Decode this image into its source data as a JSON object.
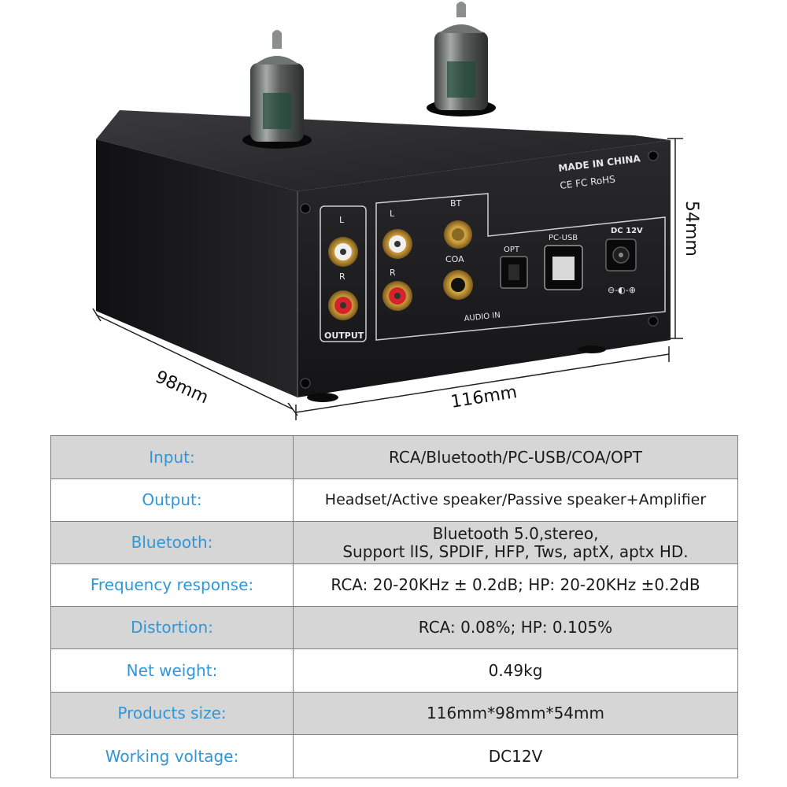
{
  "device_labels": {
    "made_in": "MADE IN CHINA",
    "certifications": "CE FC RoHS",
    "output": "OUTPUT",
    "audio_in": "AUDIO IN",
    "left": "L",
    "right": "R",
    "bt": "BT",
    "coa": "COA",
    "opt": "OPT",
    "pc_usb": "PC-USB",
    "dc": "DC 12V"
  },
  "dimensions": {
    "depth": "98mm",
    "width": "116mm",
    "height": "54mm"
  },
  "specs": [
    {
      "label": "Input:",
      "value": [
        "RCA/Bluetooth/PC-USB/COA/OPT"
      ]
    },
    {
      "label": "Output:",
      "value": [
        "Headset/Active speaker/Passive speaker+Amplifier"
      ]
    },
    {
      "label": "Bluetooth:",
      "value": [
        "Bluetooth 5.0,stereo,",
        "Support lIS, SPDIF, HFP, Tws, aptX, aptx HD."
      ]
    },
    {
      "label": "Frequency response:",
      "value": [
        "RCA: 20-20KHz ± 0.2dB; HP: 20-20KHz ±0.2dB"
      ]
    },
    {
      "label": "Distortion:",
      "value": [
        "RCA: 0.08%; HP: 0.105%"
      ]
    },
    {
      "label": "Net weight:",
      "value": [
        "0.49kg"
      ]
    },
    {
      "label": "Products size:",
      "value": [
        "116mm*98mm*54mm"
      ]
    },
    {
      "label": "Working voltage:",
      "value": [
        "DC12V"
      ]
    }
  ],
  "colors": {
    "label_blue": "#2f97d9",
    "row_shade": "#d6d6d6",
    "device_body": "#1c1c1e"
  }
}
